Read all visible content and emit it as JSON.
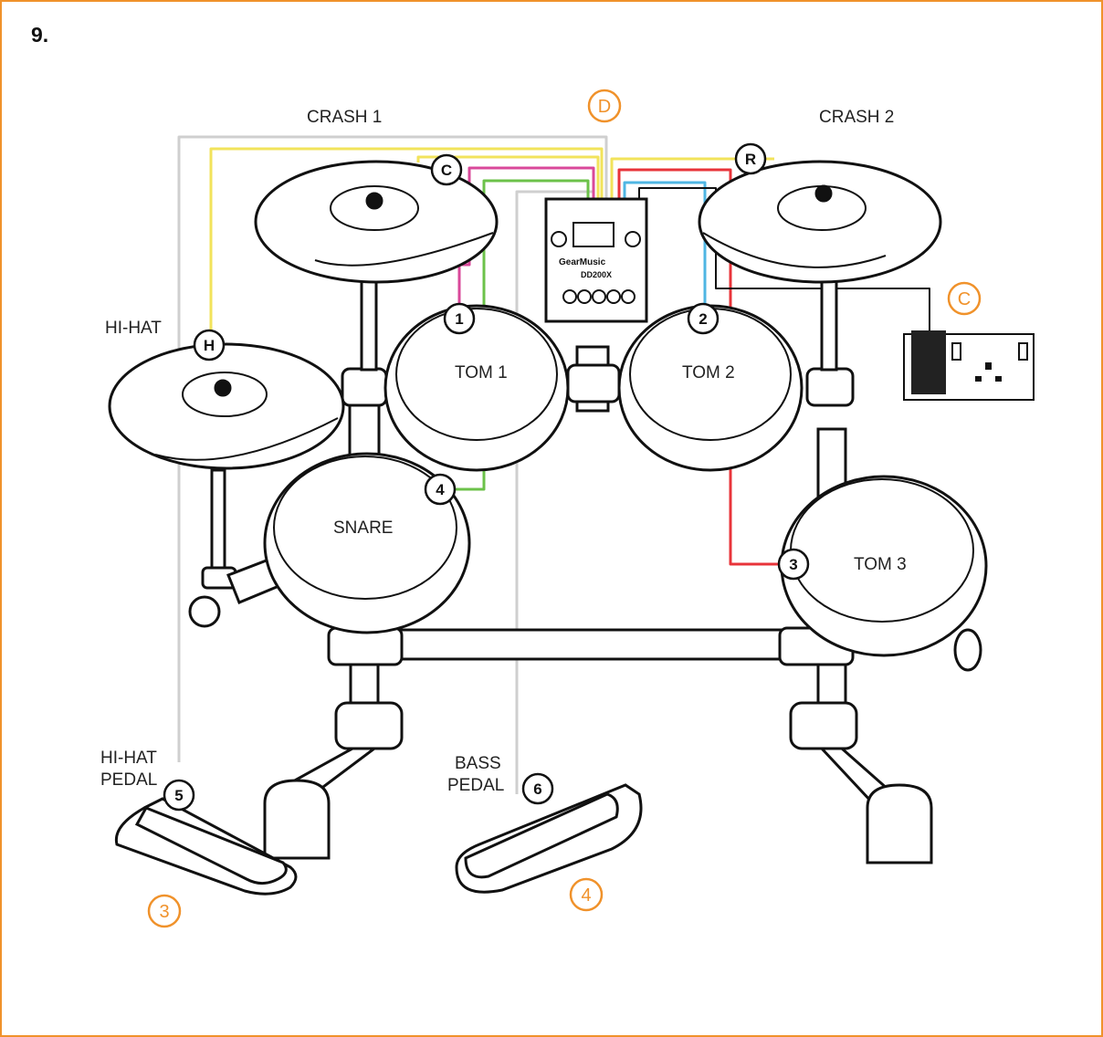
{
  "step": "9.",
  "labels": {
    "crash1": "CRASH 1",
    "crash2": "CRASH 2",
    "hihat": "HI-HAT",
    "tom1": "TOM 1",
    "tom2": "TOM 2",
    "tom3": "TOM 3",
    "snare": "SNARE",
    "hihat_pedal_1": "HI-HAT",
    "hihat_pedal_2": "PEDAL",
    "bass_pedal_1": "BASS",
    "bass_pedal_2": "PEDAL"
  },
  "markers": {
    "c": "C",
    "r": "R",
    "h": "H",
    "n1": "1",
    "n2": "2",
    "n3": "3",
    "n4": "4",
    "n5": "5",
    "n6": "6"
  },
  "callouts": {
    "d": "D",
    "c": "C",
    "p3": "3",
    "p4": "4"
  },
  "module": {
    "brand": "GearMusic",
    "model": "DD200X"
  },
  "colors": {
    "accent": "#F0922B",
    "cable_crash1": "#D9489A",
    "cable_snare": "#6CC24A",
    "cable_tom2": "#4FB6E3",
    "cable_tom3": "#E8343A",
    "cable_hihat": "#F2E35B",
    "cable_pedals": "#CFCFCF",
    "ink": "#111111"
  }
}
